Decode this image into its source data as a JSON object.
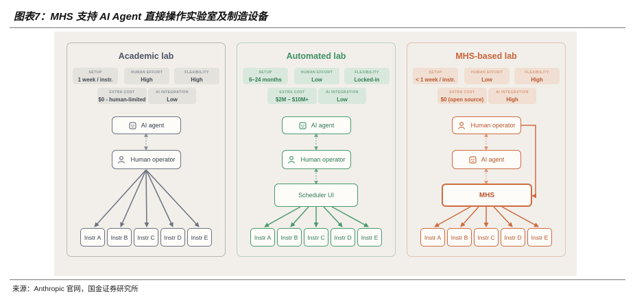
{
  "header": {
    "title": "图表7：MHS 支持 AI Agent 直接操作实验室及制造设备"
  },
  "footer": {
    "source": "来源：Anthropic 官网，国金证券研究所"
  },
  "labs": [
    {
      "title": "Academic lab",
      "stats": [
        {
          "label": "SETUP",
          "value": "1 week / instr."
        },
        {
          "label": "HUMAN EFFORT",
          "value": "High"
        },
        {
          "label": "FLEXIBILITY",
          "value": "High"
        },
        {
          "label": "EXTRA COST",
          "value": "$0 - human-limited"
        },
        {
          "label": "AI INTEGRATION",
          "value": "Low"
        }
      ],
      "nodes": {
        "n1": "AI agent",
        "n2": "Human operator"
      },
      "instruments": [
        "Instr A",
        "Instr B",
        "Instr C",
        "Instr D",
        "Instr E"
      ]
    },
    {
      "title": "Automated lab",
      "stats": [
        {
          "label": "SETUP",
          "value": "6–24 months"
        },
        {
          "label": "HUMAN EFFORT",
          "value": "Low"
        },
        {
          "label": "FLEXIBILITY",
          "value": "Locked-in"
        },
        {
          "label": "EXTRA COST",
          "value": "$2M – $10M+"
        },
        {
          "label": "AI INTEGRATION",
          "value": "Low"
        }
      ],
      "nodes": {
        "n1": "AI agent",
        "n2": "Human operator",
        "n3": "Scheduler UI"
      },
      "instruments": [
        "Instr A",
        "Instr B",
        "Instr C",
        "Instr D",
        "Instr E"
      ]
    },
    {
      "title": "MHS-based lab",
      "stats": [
        {
          "label": "SETUP",
          "value": "< 1 week / instr."
        },
        {
          "label": "HUMAN EFFORT",
          "value": "Low"
        },
        {
          "label": "FLEXIBILITY",
          "value": "High"
        },
        {
          "label": "EXTRA COST",
          "value": "$0 (open source)"
        },
        {
          "label": "AI INTEGRATION",
          "value": "High"
        }
      ],
      "nodes": {
        "n1": "Human operator",
        "n2": "AI agent",
        "n3": "MHS"
      },
      "instruments": [
        "Instr A",
        "Instr B",
        "Instr C",
        "Instr D",
        "Instr E"
      ]
    }
  ],
  "colors": {
    "gray": "#6b7280",
    "green": "#4a9a6e",
    "orange": "#cf6b40"
  }
}
